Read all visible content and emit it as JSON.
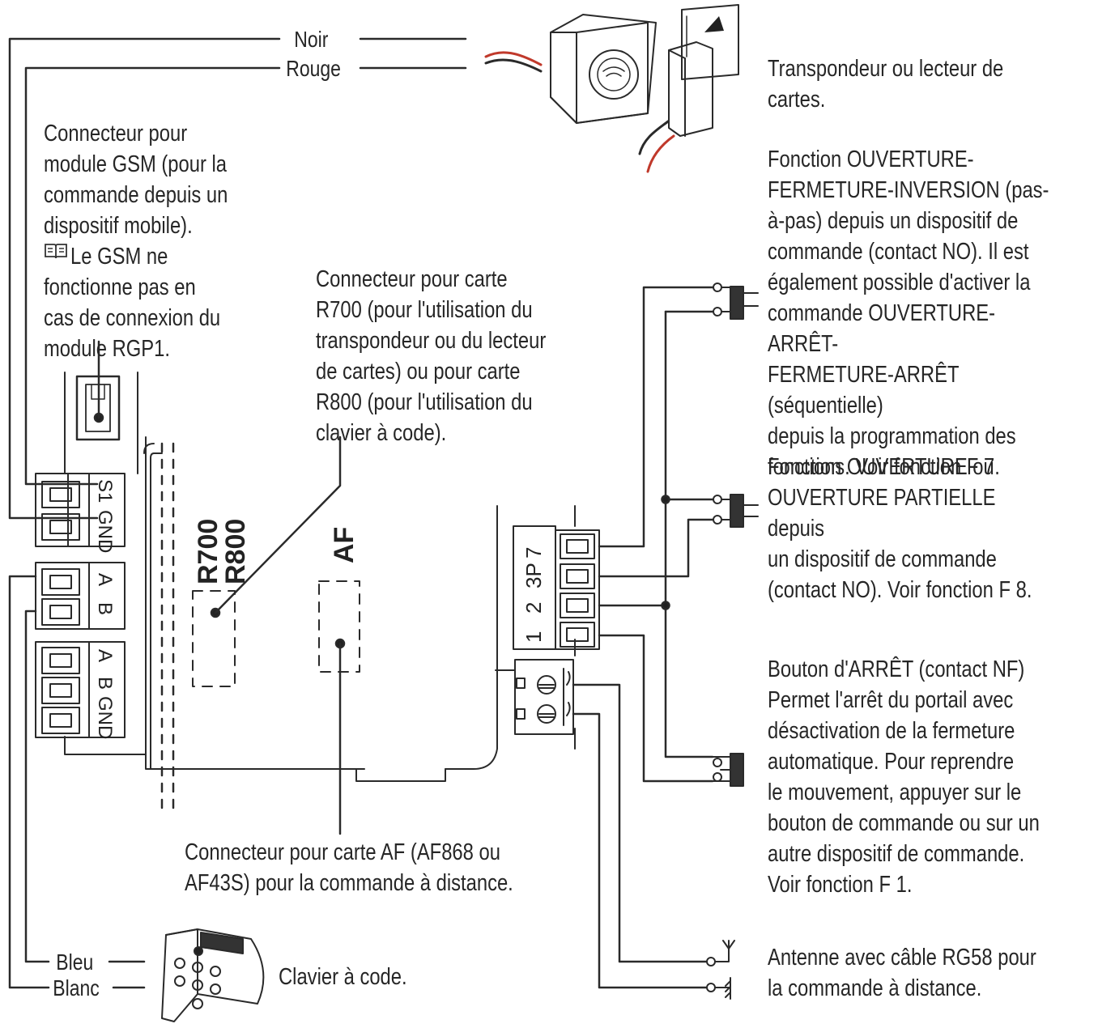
{
  "wire_labels": {
    "noir": "Noir",
    "rouge": "Rouge",
    "bleu": "Bleu",
    "blanc": "Blanc"
  },
  "descriptions": {
    "transponder": "Transpondeur ou lecteur de cartes.",
    "gsm": "Connecteur pour\nmodule GSM (pour la\ncommande depuis un\ndispositif mobile).\n     Le GSM ne\nfonctionne pas en\ncas de connexion du\nmodule RGP1.",
    "r700_r800": "Connecteur pour carte\nR700 (pour l'utilisation du\ntranspondeur ou du lecteur\nde cartes) ou pour carte\nR800 (pour l'utilisation du\nclavier à code).",
    "step_by_step": "Fonction OUVERTURE-\nFERMETURE-INVERSION (pas-\nà-pas) depuis un dispositif de\ncommande (contact NO). Il est\négalement possible d'activer la\ncommande OUVERTURE-ARRÊT-\nFERMETURE-ARRÊT (séquentielle)\ndepuis la programmation des\nfonctions. Voir fonction F 7.",
    "partial_opening": "Fonction OUVERTURE ou\nOUVERTURE PARTIELLE depuis\nun dispositif de commande\n(contact NO). Voir fonction F 8.",
    "stop_button": "Bouton d'ARRÊT (contact NF)\nPermet l'arrêt du portail avec\ndésactivation de la fermeture\nautomatique. Pour reprendre\nle mouvement, appuyer sur le\nbouton de commande ou sur un\nautre dispositif de commande.\nVoir fonction F 1.",
    "af_connector": "Connecteur pour carte AF (AF868 ou\nAF43S) pour la commande à distance.",
    "keypad": "Clavier à code.",
    "antenna": "Antenne avec câble RG58 pour\nla commande à distance."
  },
  "board_labels": {
    "r700": "R700",
    "r800": "R800",
    "af": "AF",
    "s1": "S1",
    "gnd": "GND",
    "a": "A",
    "b": "B",
    "t7": "7",
    "t3p": "3P",
    "t2": "2",
    "t1": "1"
  },
  "icons": [
    "manual-book-icon",
    "transponder-reader-icon",
    "card-reader-icon",
    "keypad-icon",
    "push-button-icon",
    "antenna-icon",
    "ground-icon"
  ]
}
